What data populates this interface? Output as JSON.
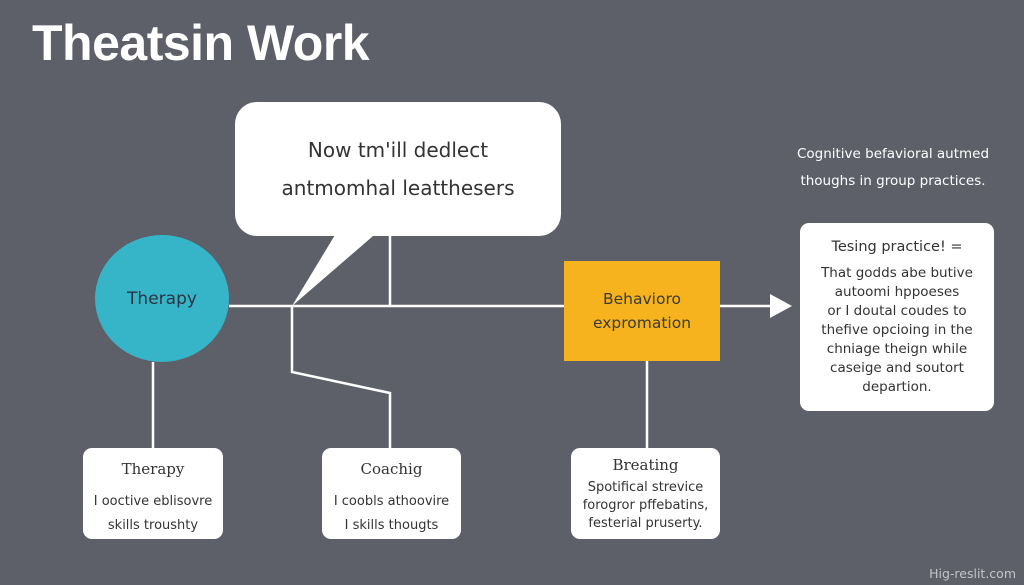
{
  "title": "Theatsin Work",
  "speech_bubble": {
    "lines": [
      "Now tm'ill dedlect",
      "antmomhal leatthesers"
    ]
  },
  "nodes": {
    "therapy_circle": "Therapy",
    "behavior_box": [
      "Behavioro",
      "expromation"
    ]
  },
  "side_note": {
    "lines": [
      "Cognitive befavioral autmed",
      "thoughs in group practices."
    ]
  },
  "info_card": {
    "title": "Tesing practice! =",
    "lines": [
      "That godds abe butive",
      "autoomi hppoeses",
      "or I doutal coudes to",
      "thefive opcioing in the",
      "chniage theign while",
      "caseige and soutort",
      "departion."
    ]
  },
  "leaf_cards": [
    {
      "title": "Therapy",
      "lines": [
        "I ooctive eblisovre",
        "skills troushty"
      ]
    },
    {
      "title": "Coachig",
      "lines": [
        "I coobls athoovire",
        "I skills thougts"
      ]
    },
    {
      "title": "Breating",
      "lines": [
        "Spotifical strevice",
        "forogror pffebatins,",
        "festerial pruserty."
      ]
    }
  ],
  "watermark": "Hig-reslit.com",
  "colors": {
    "background": "#5d6068",
    "circle": "#36b4c8",
    "highlight_box": "#f6b31d",
    "cards": "#ffffff",
    "connectors": "#ffffff"
  }
}
